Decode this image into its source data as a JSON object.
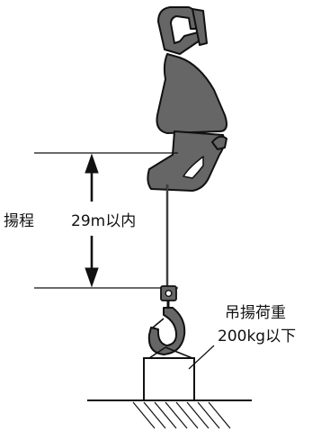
{
  "labels": {
    "lift_height": "揚程",
    "lift_height_value": "29m以内",
    "load_title": "吊揚荷重",
    "load_value": "200kg以下"
  },
  "colors": {
    "body_fill": "#666666",
    "outline": "#111111",
    "background": "#ffffff"
  }
}
